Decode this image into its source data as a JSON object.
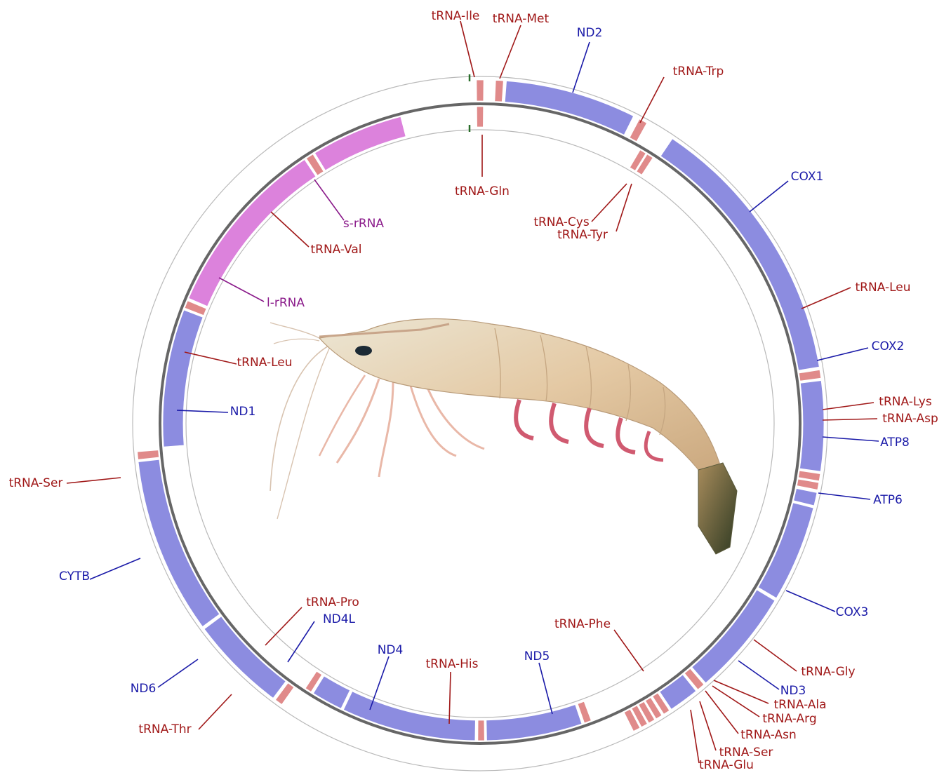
{
  "colors": {
    "protein_gene": "#8c8ce0",
    "rrna_gene": "#dc82dc",
    "trna_gene": "#e08a8a",
    "protein_label": "#1a1aa8",
    "rrna_label": "#8a1a8a",
    "trna_label": "#a01818",
    "ring_line": "#666666"
  },
  "genome_map": {
    "origin_marker": "tick-mark",
    "genes": [
      {
        "id": "trna-ile",
        "type": "trna",
        "strand": "outer",
        "label": "tRNA-Ile"
      },
      {
        "id": "trna-met",
        "type": "trna",
        "strand": "outer",
        "label": "tRNA-Met"
      },
      {
        "id": "nd2",
        "type": "protein",
        "strand": "outer",
        "label": "ND2"
      },
      {
        "id": "trna-trp",
        "type": "trna",
        "strand": "outer",
        "label": "tRNA-Trp"
      },
      {
        "id": "trna-gln",
        "type": "trna",
        "strand": "inner",
        "label": "tRNA-Gln"
      },
      {
        "id": "trna-cys",
        "type": "trna",
        "strand": "inner",
        "label": "tRNA-Cys"
      },
      {
        "id": "trna-tyr",
        "type": "trna",
        "strand": "inner",
        "label": "tRNA-Tyr"
      },
      {
        "id": "cox1",
        "type": "protein",
        "strand": "outer",
        "label": "COX1"
      },
      {
        "id": "trna-leu-1",
        "type": "trna",
        "strand": "outer",
        "label": "tRNA-Leu"
      },
      {
        "id": "cox2",
        "type": "protein",
        "strand": "outer",
        "label": "COX2"
      },
      {
        "id": "trna-lys",
        "type": "trna",
        "strand": "outer",
        "label": "tRNA-Lys"
      },
      {
        "id": "trna-asp",
        "type": "trna",
        "strand": "outer",
        "label": "tRNA-Asp"
      },
      {
        "id": "atp8",
        "type": "protein",
        "strand": "outer",
        "label": "ATP8"
      },
      {
        "id": "atp6",
        "type": "protein",
        "strand": "outer",
        "label": "ATP6"
      },
      {
        "id": "cox3",
        "type": "protein",
        "strand": "outer",
        "label": "COX3"
      },
      {
        "id": "trna-gly",
        "type": "trna",
        "strand": "outer",
        "label": "tRNA-Gly"
      },
      {
        "id": "nd3",
        "type": "protein",
        "strand": "outer",
        "label": "ND3"
      },
      {
        "id": "trna-ala",
        "type": "trna",
        "strand": "outer",
        "label": "tRNA-Ala"
      },
      {
        "id": "trna-arg",
        "type": "trna",
        "strand": "outer",
        "label": "tRNA-Arg"
      },
      {
        "id": "trna-asn",
        "type": "trna",
        "strand": "outer",
        "label": "tRNA-Asn"
      },
      {
        "id": "trna-ser-1",
        "type": "trna",
        "strand": "outer",
        "label": "tRNA-Ser"
      },
      {
        "id": "trna-glu",
        "type": "trna",
        "strand": "outer",
        "label": "tRNA-Glu"
      },
      {
        "id": "trna-phe",
        "type": "trna",
        "strand": "inner",
        "label": "tRNA-Phe"
      },
      {
        "id": "nd5",
        "type": "protein",
        "strand": "inner",
        "label": "ND5"
      },
      {
        "id": "trna-his",
        "type": "trna",
        "strand": "inner",
        "label": "tRNA-His"
      },
      {
        "id": "nd4",
        "type": "protein",
        "strand": "inner",
        "label": "ND4"
      },
      {
        "id": "nd4l",
        "type": "protein",
        "strand": "inner",
        "label": "ND4L"
      },
      {
        "id": "trna-pro",
        "type": "trna",
        "strand": "inner",
        "label": "tRNA-Pro"
      },
      {
        "id": "trna-thr",
        "type": "trna",
        "strand": "outer",
        "label": "tRNA-Thr"
      },
      {
        "id": "nd6",
        "type": "protein",
        "strand": "outer",
        "label": "ND6"
      },
      {
        "id": "cytb",
        "type": "protein",
        "strand": "outer",
        "label": "CYTB"
      },
      {
        "id": "trna-ser-2",
        "type": "trna",
        "strand": "outer",
        "label": "tRNA-Ser"
      },
      {
        "id": "nd1",
        "type": "protein",
        "strand": "inner",
        "label": "ND1"
      },
      {
        "id": "trna-leu-2",
        "type": "trna",
        "strand": "inner",
        "label": "tRNA-Leu"
      },
      {
        "id": "l-rrna",
        "type": "rrna",
        "strand": "inner",
        "label": "l-rRNA"
      },
      {
        "id": "trna-val",
        "type": "trna",
        "strand": "inner",
        "label": "tRNA-Val"
      },
      {
        "id": "s-rrna",
        "type": "rrna",
        "strand": "inner",
        "label": "s-rRNA"
      }
    ]
  },
  "center_image": {
    "icon": "shrimp-illustration"
  }
}
